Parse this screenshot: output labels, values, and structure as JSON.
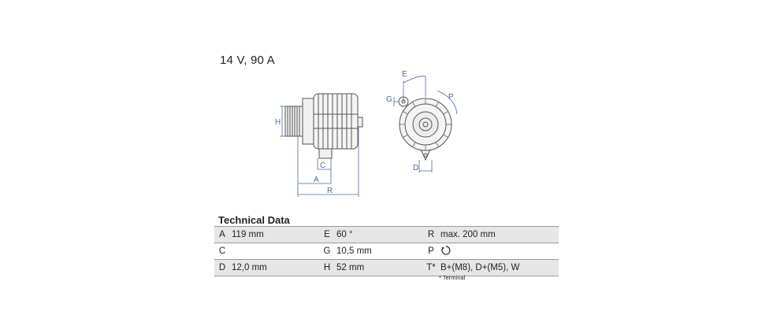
{
  "header": {
    "rating": "14 V, 90 A"
  },
  "diagram": {
    "labels": {
      "h": "H",
      "c": "C",
      "a": "A",
      "r": "R",
      "e": "E",
      "g": "G",
      "p": "P",
      "d": "D"
    }
  },
  "technical_data": {
    "title": "Technical Data",
    "rows": [
      [
        {
          "key": "A",
          "value": "119 mm"
        },
        {
          "key": "E",
          "value": "60 °"
        },
        {
          "key": "R",
          "value": "max. 200 mm"
        }
      ],
      [
        {
          "key": "C",
          "value": ""
        },
        {
          "key": "G",
          "value": "10,5 mm"
        },
        {
          "key": "P",
          "value": "",
          "icon": "clockwise-rotation-icon"
        }
      ],
      [
        {
          "key": "D",
          "value": "12,0 mm"
        },
        {
          "key": "H",
          "value": "52 mm"
        },
        {
          "key": "T*",
          "value": "B+(M8), D+(M5), W"
        }
      ]
    ],
    "footnote": "* Terminal"
  },
  "colors": {
    "dimension_lines": "#4a6aa8",
    "table_shade": "#e6e6e6",
    "text": "#222222"
  }
}
